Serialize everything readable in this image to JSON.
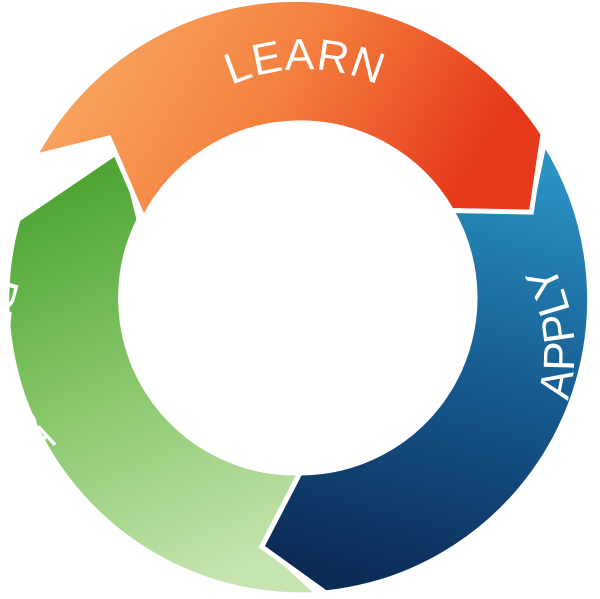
{
  "diagram": {
    "segments": [
      {
        "id": "learn",
        "label": "LEARN",
        "color_start": "#f7a35c",
        "color_end": "#e8421a"
      },
      {
        "id": "apply",
        "label": "APPLY",
        "color_start": "#2a8fc0",
        "color_end": "#0d2f5c"
      },
      {
        "id": "reflect",
        "label": "REFLECT",
        "color_start": "#4aa531",
        "color_end": "#c3e2a8"
      }
    ]
  }
}
